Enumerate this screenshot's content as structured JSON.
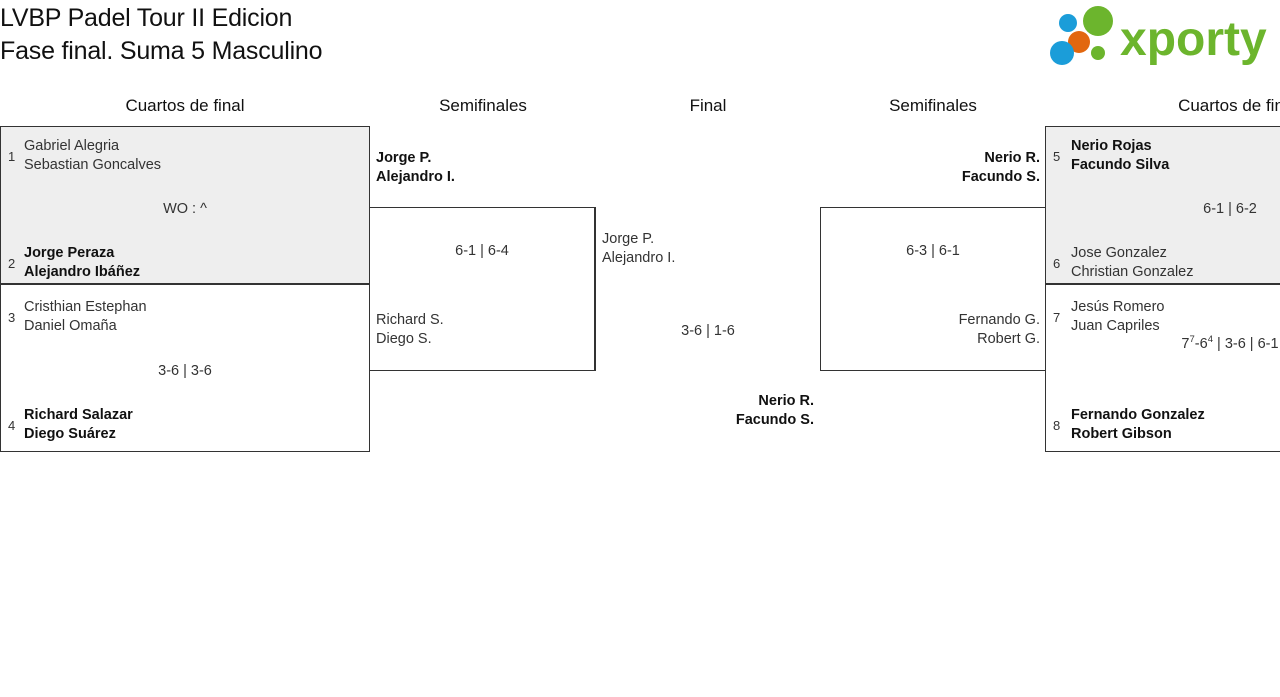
{
  "header": {
    "title_line_1": "LVBP Padel Tour II Edicion",
    "title_line_2": "Fase final. Suma 5 Masculino",
    "logo_text": "xporty",
    "logo_colors": {
      "green": "#6cb52d",
      "blue": "#1b9dd9",
      "orange": "#e2670f"
    }
  },
  "rounds": {
    "qf_left": "Cuartos de final",
    "sf_left": "Semifinales",
    "final": "Final",
    "sf_right": "Semifinales",
    "qf_right": "Cuartos de fin"
  },
  "bracket": {
    "qf_left": [
      {
        "shaded": true,
        "top": {
          "seed": "1",
          "player_1": "Gabriel Alegria",
          "player_2": "Sebastian Goncalves",
          "winner": false
        },
        "bottom": {
          "seed": "2",
          "player_1": "Jorge Peraza",
          "player_2": "Alejandro Ibáñez",
          "winner": true
        },
        "score": "WO : ^"
      },
      {
        "shaded": false,
        "top": {
          "seed": "3",
          "player_1": "Cristhian Estephan",
          "player_2": "Daniel Omaña",
          "winner": false
        },
        "bottom": {
          "seed": "4",
          "player_1": "Richard Salazar",
          "player_2": "Diego Suárez",
          "winner": true
        },
        "score": "3-6 | 3-6"
      }
    ],
    "sf_left": {
      "top": {
        "player_1": "Jorge P.",
        "player_2": "Alejandro I.",
        "winner": true
      },
      "bottom": {
        "player_1": "Richard S.",
        "player_2": "Diego S.",
        "winner": false
      },
      "score": "6-1 | 6-4"
    },
    "final": {
      "top": {
        "player_1": "Jorge P.",
        "player_2": "Alejandro I.",
        "winner": false
      },
      "bottom": {
        "player_1": "Nerio R.",
        "player_2": "Facundo S.",
        "winner": true
      },
      "score": "3-6 | 1-6"
    },
    "sf_right": {
      "top": {
        "player_1": "Nerio R.",
        "player_2": "Facundo S.",
        "winner": true
      },
      "bottom": {
        "player_1": "Fernando G.",
        "player_2": "Robert G.",
        "winner": false
      },
      "score": "6-3 | 6-1"
    },
    "qf_right": [
      {
        "shaded": true,
        "top": {
          "seed": "5",
          "player_1": "Nerio Rojas",
          "player_2": "Facundo Silva",
          "winner": true
        },
        "bottom": {
          "seed": "6",
          "player_1": "Jose Gonzalez",
          "player_2": "Christian Gonzalez",
          "winner": false
        },
        "score": "6-1 | 6-2"
      },
      {
        "shaded": false,
        "top": {
          "seed": "7",
          "player_1": "Jesús Romero",
          "player_2": "Juan Capriles",
          "winner": false
        },
        "bottom": {
          "seed": "8",
          "player_1": "Fernando Gonzalez",
          "player_2": "Robert Gibson",
          "winner": true
        },
        "score_parts": {
          "s1a": "7",
          "s1a_sup": "7",
          "s1b": "-6",
          "s1b_sup": "4",
          "rest": " | 3-6 | 6-1"
        }
      }
    ]
  }
}
